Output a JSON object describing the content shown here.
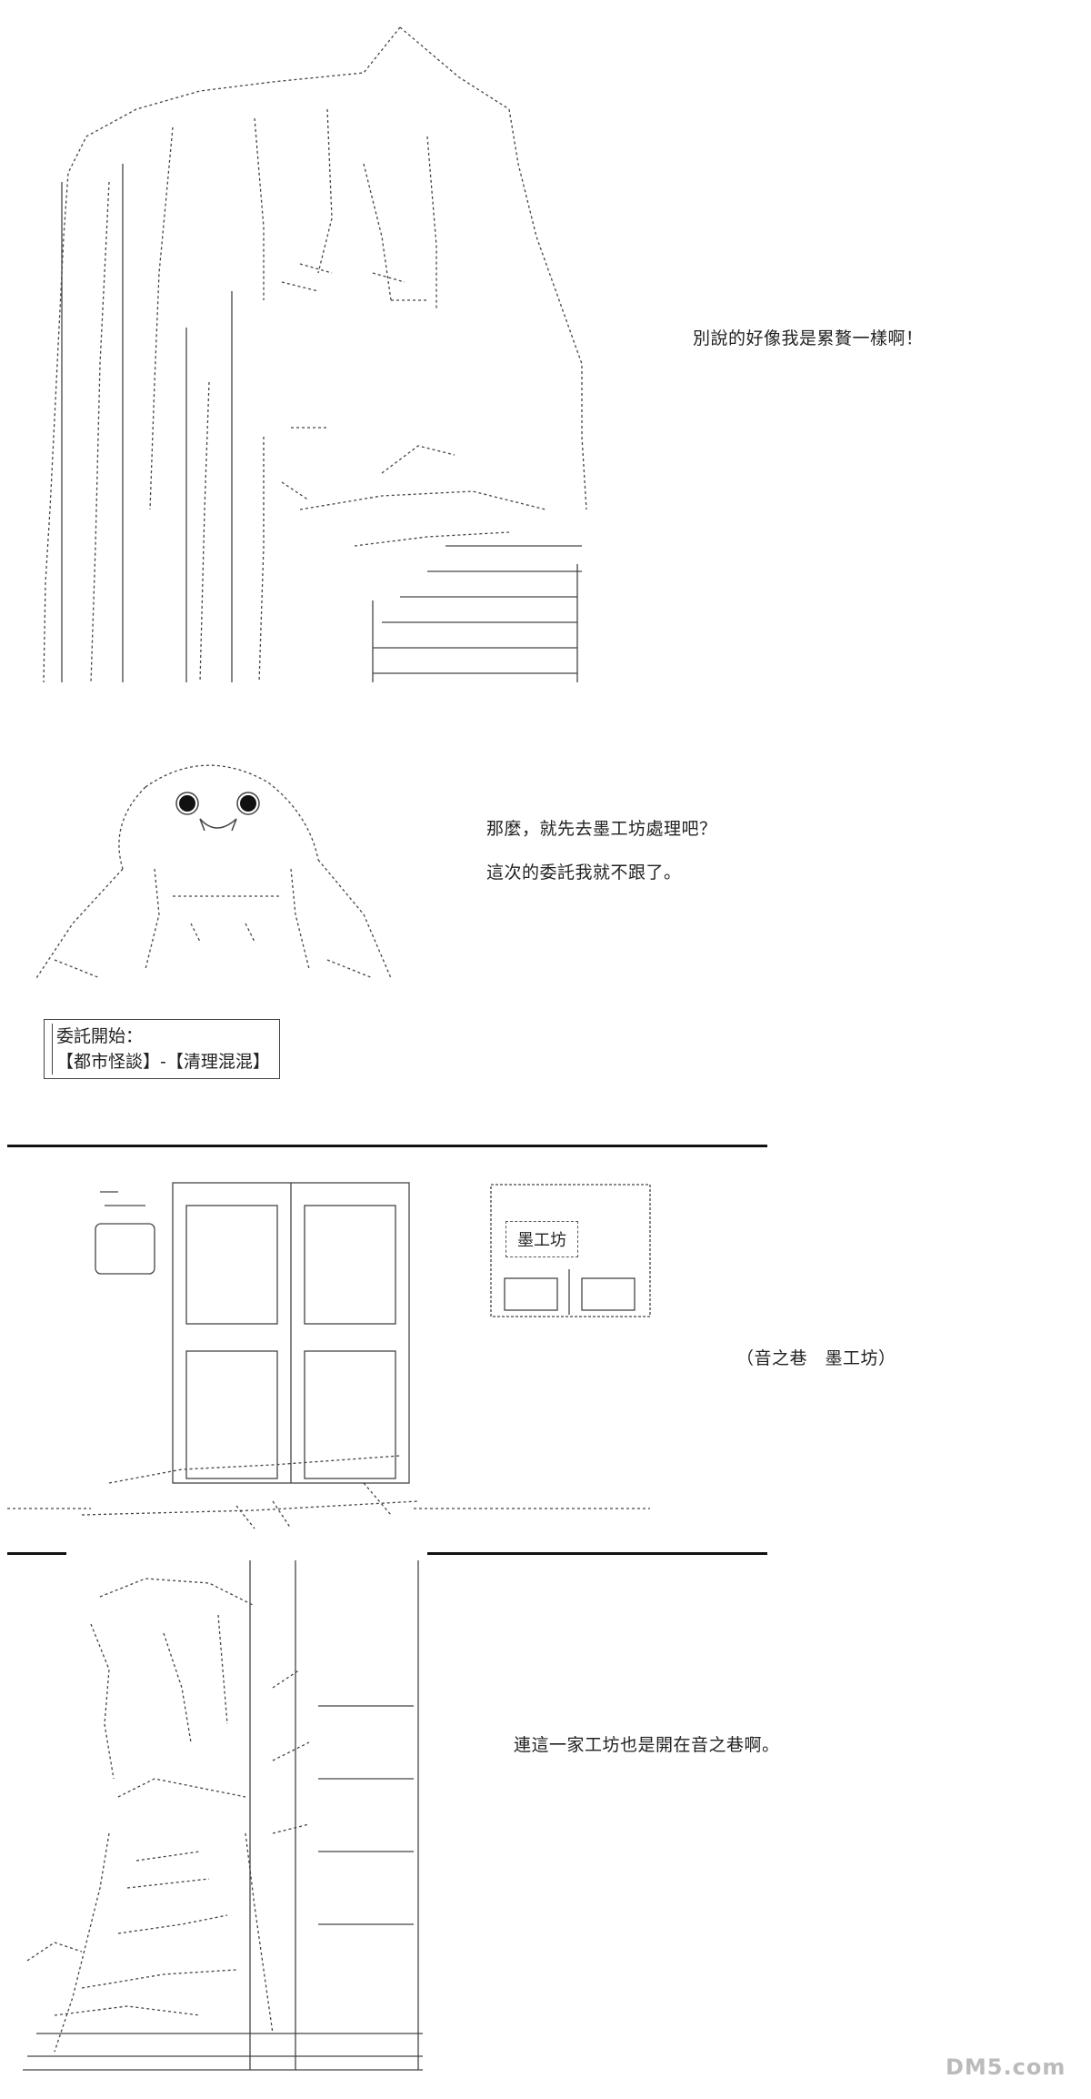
{
  "panels": {
    "p1": {
      "line1": "別說的好像我是累贅一樣啊！"
    },
    "p2": {
      "line1": "那麼，就先去墨工坊處理吧？",
      "line2": "這次的委託我就不跟了。"
    },
    "quest": {
      "title": "委託開始：",
      "detail": "【都市怪談】-【清理混混】"
    },
    "p3": {
      "sign": "墨工坊",
      "caption": "（音之巷　墨工坊）"
    },
    "p4": {
      "line1": "連這一家工坊也是開在音之巷啊。"
    }
  },
  "watermark": {
    "text": "DM5.com"
  },
  "colors": {
    "ink": "#222222",
    "rule": "#111111",
    "bg": "#ffffff"
  }
}
